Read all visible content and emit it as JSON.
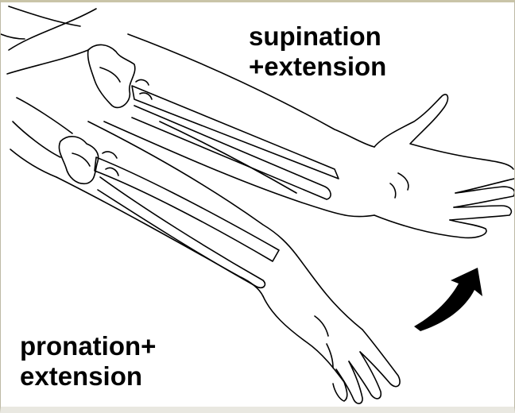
{
  "labels": {
    "supination_extension": [
      "supination",
      "+extension"
    ],
    "pronation_extension": [
      "pronation+",
      "extension"
    ]
  },
  "icons": {
    "curved_arrow": "curved-arrow-up-right-icon"
  },
  "colors": {
    "ink": "#000000",
    "background": "#ffffff",
    "top_border": "#c9c4a8",
    "bottom_bar": "#e9e8e1"
  }
}
